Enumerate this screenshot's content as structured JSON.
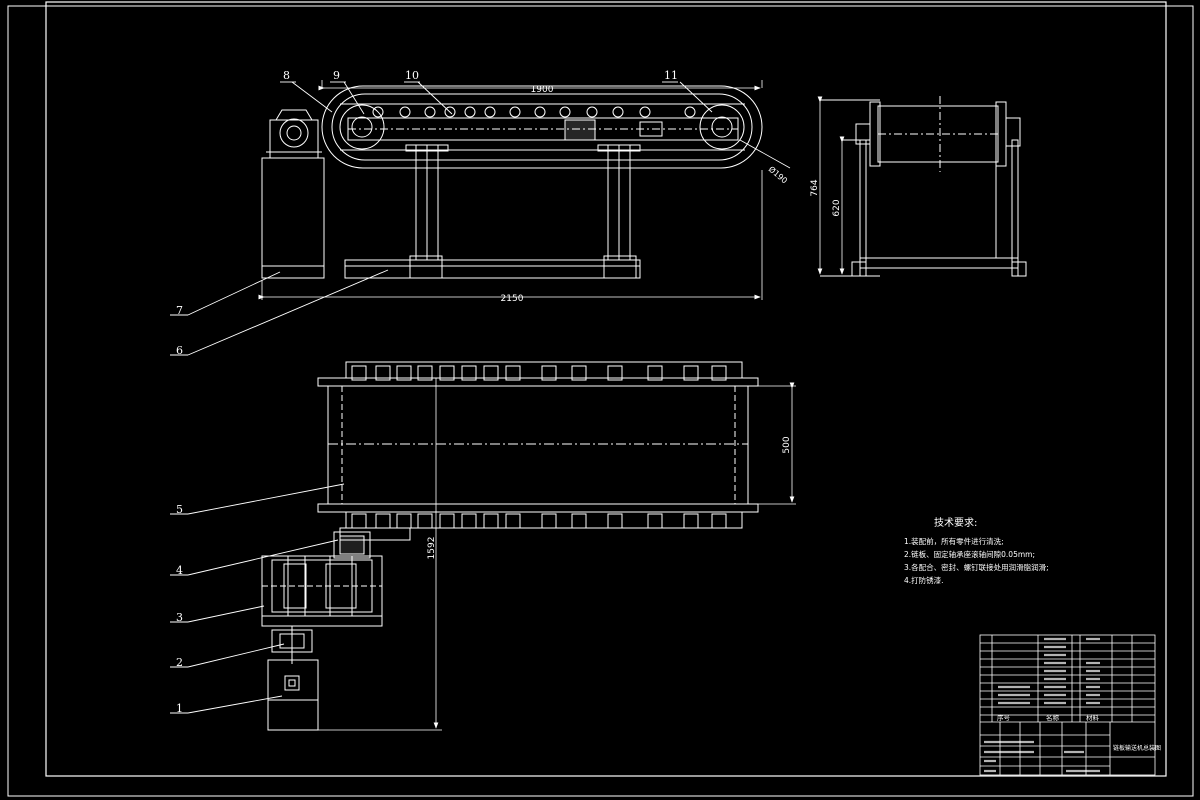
{
  "dimensions": {
    "length_top": "1900",
    "length_total": "2150",
    "roller_dia": "Ø190",
    "height_total": "764",
    "height_inner": "620",
    "belt_width": "500",
    "drive_length": "1592"
  },
  "part_labels": [
    "1",
    "2",
    "3",
    "4",
    "5",
    "6",
    "7",
    "8",
    "9",
    "10",
    "11"
  ],
  "tech_requirements": {
    "title": "技术要求:",
    "items": [
      "1.装配前，所有零件进行清洗;",
      "2.链板、固定轴承座滚轴间隙0.05mm;",
      "3.各配合、密封、螺钉联接处用润滑脂润滑;",
      "4.打防锈漆."
    ]
  },
  "title_block": {
    "header_seq": "序号",
    "header_name": "名称",
    "header_material": "材料",
    "drawing_title": "链板输送机总装图"
  }
}
